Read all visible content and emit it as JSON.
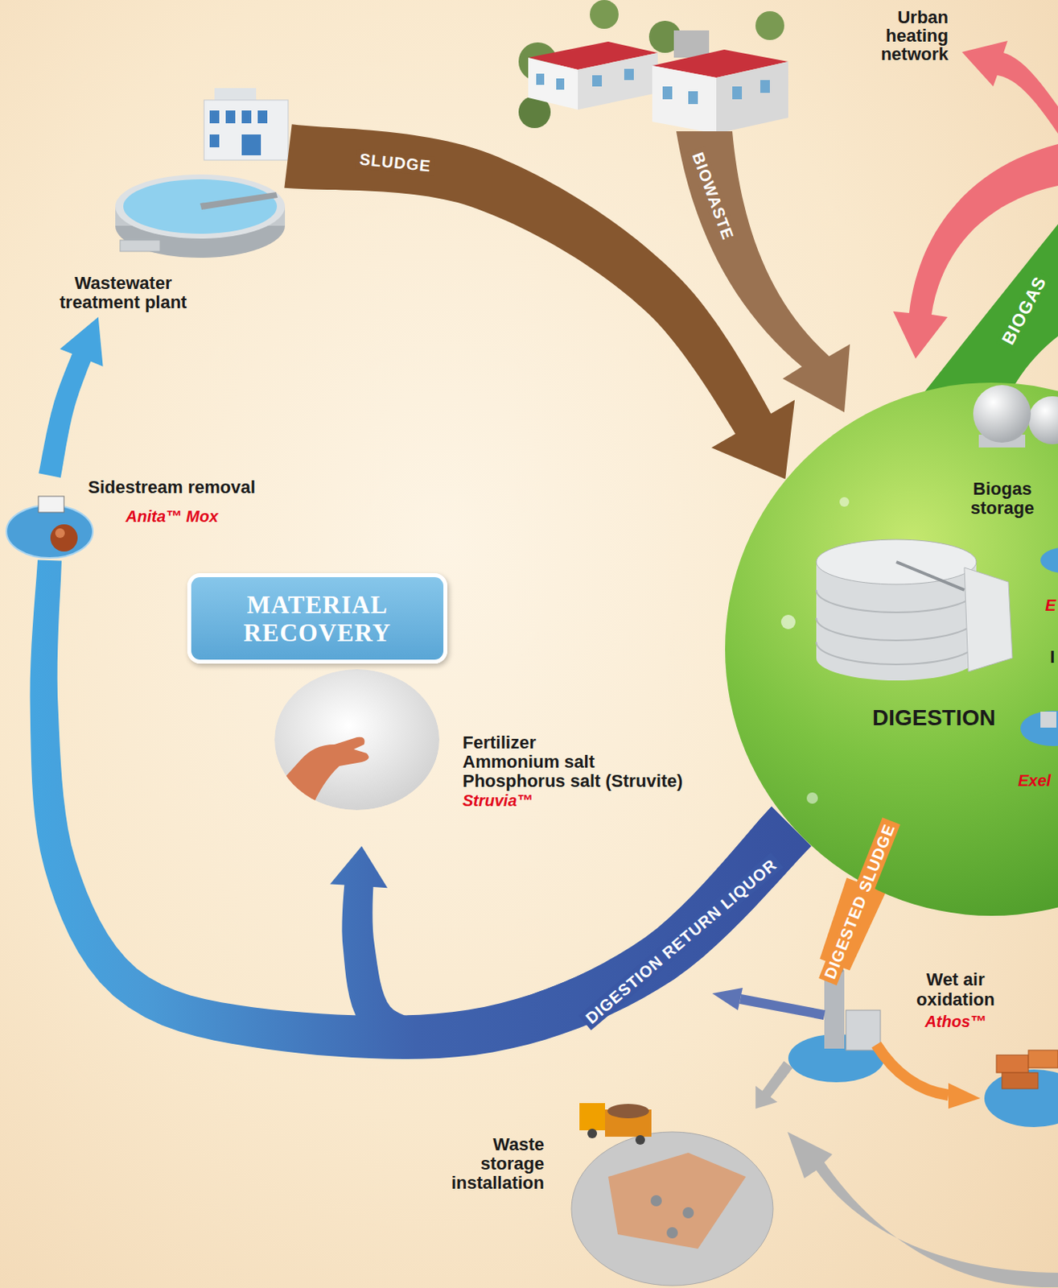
{
  "diagram": {
    "nodes": [
      {
        "text": [
          "Wastewater treatment plant"
        ]
      },
      {
        "text": [
          "DIGESTION"
        ]
      },
      {
        "text": [
          "Biogas storage"
        ],
        "in": 1
      },
      {
        "text": [
          "Sidestream removal",
          "Anita™ Mox"
        ]
      },
      {
        "text": [
          "MATERIAL RECOVERY"
        ]
      },
      {
        "text": [
          "Fertilizer",
          "Ammonium salt",
          "Phosphorus salt (Struvite)",
          "Struvia™"
        ]
      },
      {
        "text": [
          "Wet air oxidation",
          "Athos™"
        ]
      },
      {
        "text": [
          "Waste storage installation"
        ]
      }
    ],
    "edges": [
      {
        "from": 0,
        "to": 1,
        "label": "SLUDGE",
        "arrow": "to"
      },
      {
        "from": 1,
        "to": 5,
        "label": "DIGESTION RETURN LIQUOR",
        "arrow": "to"
      },
      {
        "from": 1,
        "to": 3,
        "arrow": "none"
      },
      {
        "from": 3,
        "to": 0,
        "arrow": "to"
      },
      {
        "from": 1,
        "to": 6,
        "label": "DIGESTED SLUDGE",
        "arrow": "none"
      },
      {
        "from": 6,
        "to": 7,
        "arrow": "to"
      }
    ],
    "labels": [
      "Urban heating network",
      "BIOWASTE",
      "BIOGAS",
      "E",
      "I",
      "Exel"
    ]
  }
}
